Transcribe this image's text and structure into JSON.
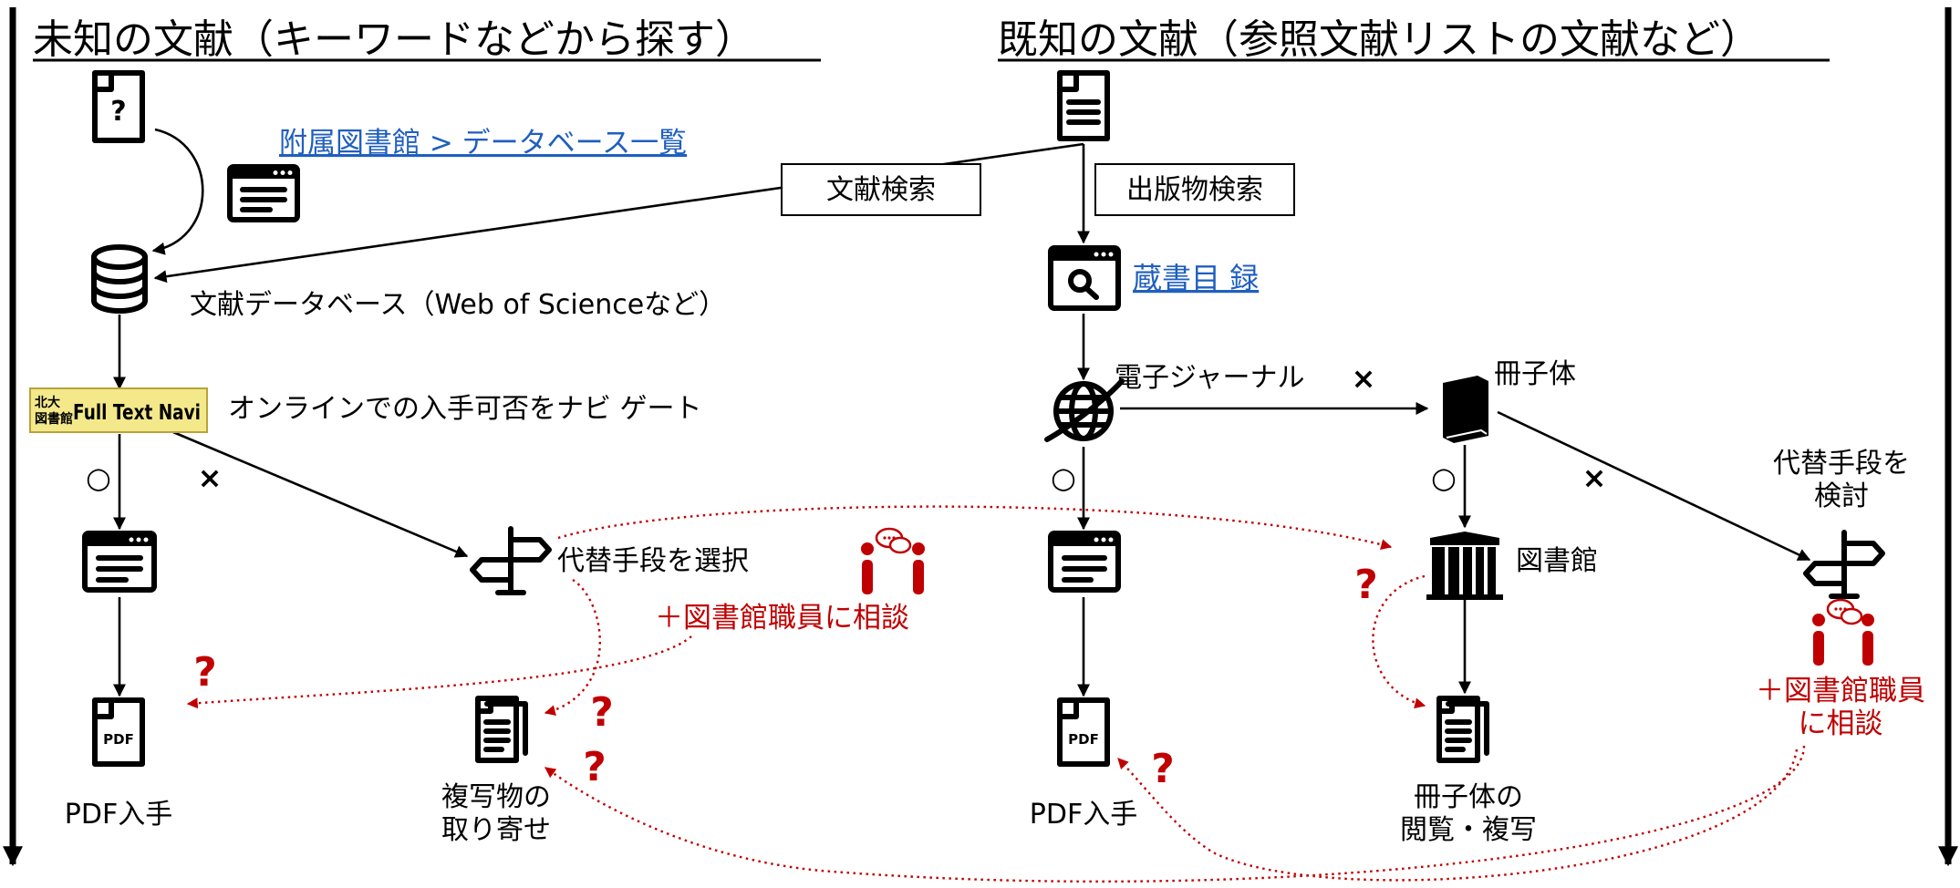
{
  "left_heading": "未知の文献（キーワードなどから探す）",
  "right_heading": "既知の文献（参照文献リストの文献など）",
  "left": {
    "db_list_link": "附属図書館 > データベース一覧",
    "db_label": "文献データベース（Web of Scienceなど）",
    "navi_logo_small": "北大図書館",
    "navi_logo_big": "Full Text Navi",
    "navi_label": "オンラインでの入手可否をナビ ゲート",
    "mark_ok": "○",
    "mark_ng": "×",
    "alt_label": "代替手段を選択",
    "consult_label": "＋図書館職員に相談",
    "pdf_label": "PDF入手",
    "copy_line1": "複写物の",
    "copy_line2": "取り寄せ"
  },
  "center": {
    "search_box_label": "文献検索",
    "pub_box_label": "出版物検索"
  },
  "right": {
    "catalog_link": "蔵書目 録",
    "ejournal_label": "電子ジャーナル",
    "mark_ng": "×",
    "booklet_label": "冊子体",
    "mark_ok_left": "○",
    "mark_ok_mid": "○",
    "mark_ng_right": "×",
    "alt_line1": "代替手段を",
    "alt_line2": "検討",
    "library_label": "図書館",
    "pdf_label": "PDF入手",
    "view_line1": "冊子体の",
    "view_line2": "閲覧・複写",
    "consult_line1": "＋図書館職員",
    "consult_line2": "に相談"
  },
  "question_mark": "?",
  "pdf_icon_text": "PDF",
  "colors": {
    "accent_red": "#c00000",
    "link_blue": "#1f5fbf",
    "logo_yellow": "#f3e98a",
    "logo_red": "#d23a1a"
  }
}
